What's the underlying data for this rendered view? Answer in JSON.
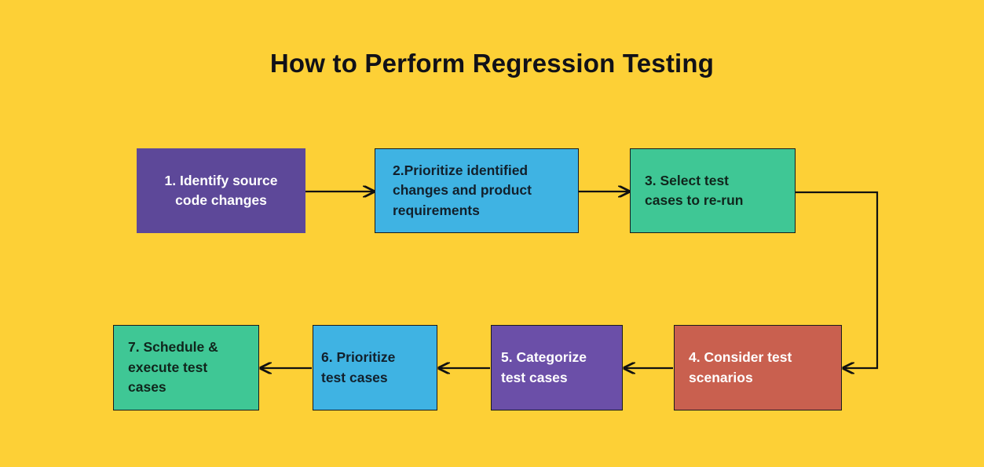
{
  "title": "How to Perform Regression Testing",
  "theme": {
    "background": "#fdd036",
    "title_color": "#111118",
    "connector_color": "#111111",
    "purple": "#5d4899",
    "purple_alt": "#6b4fa8",
    "blue": "#3fb3e3",
    "green": "#3fc795",
    "red": "#c9604f",
    "light_text": "#ffffff",
    "dark_text": "#12202c"
  },
  "chart_data": {
    "type": "flowchart",
    "title": "How to Perform Regression Testing",
    "orientation": "serpentine-left-to-right-then-right-to-left",
    "steps": [
      {
        "number": "1.",
        "label": "1. Identify source\ncode changes",
        "text": "Identify source code changes",
        "fill": "#5d4899",
        "text_color": "#ffffff",
        "align": "center",
        "row": 1
      },
      {
        "number": "2.",
        "label": "2.Prioritize identified\nchanges and product\nrequirements",
        "text": "Prioritize identified changes and product requirements",
        "fill": "#3fb3e3",
        "text_color": "#12202c",
        "align": "left",
        "row": 1
      },
      {
        "number": "3.",
        "label": "3. Select test\n    cases to re-run",
        "text": "Select test cases to re-run",
        "fill": "#3fc795",
        "text_color": "#10251c",
        "align": "center",
        "row": 1
      },
      {
        "number": "4.",
        "label": "4. Consider test\n     scenarios",
        "text": "Consider test scenarios",
        "fill": "#c9604f",
        "text_color": "#ffffff",
        "align": "center",
        "row": 2
      },
      {
        "number": "5.",
        "label": "5. Categorize\n  test cases",
        "text": "Categorize test cases",
        "fill": "#6b4fa8",
        "text_color": "#ffffff",
        "align": "center",
        "row": 2
      },
      {
        "number": "6.",
        "label": "6. Prioritize\n  test cases",
        "text": "Prioritize test cases",
        "fill": "#3fb3e3",
        "text_color": "#12202c",
        "align": "center",
        "row": 2
      },
      {
        "number": "7.",
        "label": "7. Schedule &\n    execute test\n    cases",
        "text": "Schedule & execute test cases",
        "fill": "#3fc795",
        "text_color": "#10251c",
        "align": "left",
        "row": 2
      }
    ],
    "connectors": [
      {
        "from": "1",
        "to": "2",
        "direction": "right"
      },
      {
        "from": "2",
        "to": "3",
        "direction": "right"
      },
      {
        "from": "3",
        "to": "4",
        "direction": "elbow-right-down-left"
      },
      {
        "from": "4",
        "to": "5",
        "direction": "left"
      },
      {
        "from": "5",
        "to": "6",
        "direction": "left"
      },
      {
        "from": "6",
        "to": "7",
        "direction": "left"
      }
    ]
  }
}
